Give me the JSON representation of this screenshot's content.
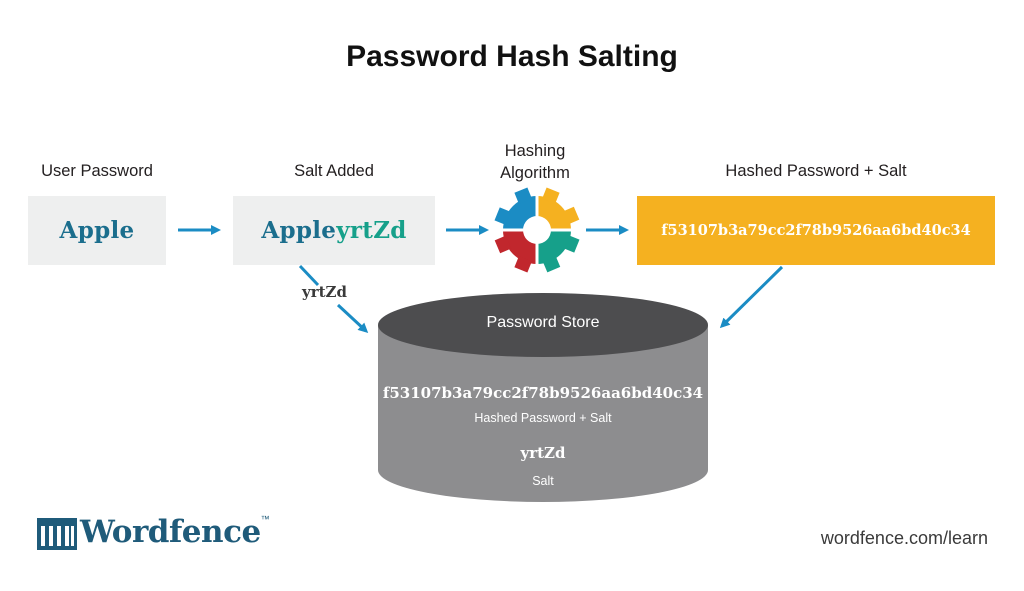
{
  "title": "Password Hash Salting",
  "steps": {
    "user_password_label": "User Password",
    "salt_added_label": "Salt Added",
    "hashing_label_line1": "Hashing",
    "hashing_label_line2": "Algorithm",
    "hashed_label": "Hashed Password + Salt"
  },
  "values": {
    "password": "Apple",
    "salt": "yrtZd",
    "hash": "f53107b3a79cc2f78b9526aa6bd40c34"
  },
  "store": {
    "title": "Password Store",
    "hash_value": "f53107b3a79cc2f78b9526aa6bd40c34",
    "hash_caption": "Hashed Password + Salt",
    "salt_value": "yrtZd",
    "salt_caption": "Salt"
  },
  "branding": {
    "logo_text": "Wordfence",
    "trademark": "™",
    "url": "wordfence.com/learn"
  },
  "colors": {
    "arrow": "#1b8cc4",
    "password_text": "#1b6e8d",
    "salt_text": "#16a08a",
    "hash_box": "#f5b120",
    "cylinder_top": "#4d4d4f",
    "cylinder_body": "#8d8d8f",
    "gear": [
      "#1b8cc4",
      "#f5b120",
      "#16a08a",
      "#c1272d"
    ]
  },
  "icons": {
    "algorithm": "gear-icon",
    "logo": "wordfence-logo-icon"
  }
}
